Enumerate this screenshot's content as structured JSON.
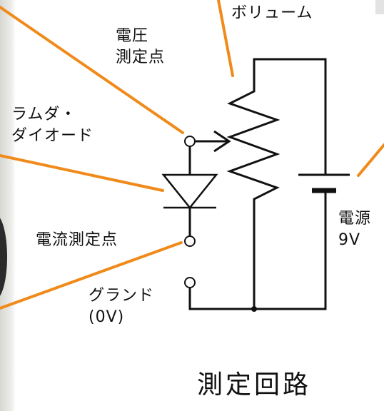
{
  "labels": {
    "volume": "ボリューム",
    "voltage_point": "電圧\n測定点",
    "lambda_diode": "ラムダ・\nダイオード",
    "current_point": "電流測定点",
    "ground": "グランド\n(0V)",
    "power": "電源\n9V"
  },
  "title": "測定回路",
  "colors": {
    "leader_line": "#f08a1a",
    "wire": "#111111",
    "background": "#ffffff"
  }
}
